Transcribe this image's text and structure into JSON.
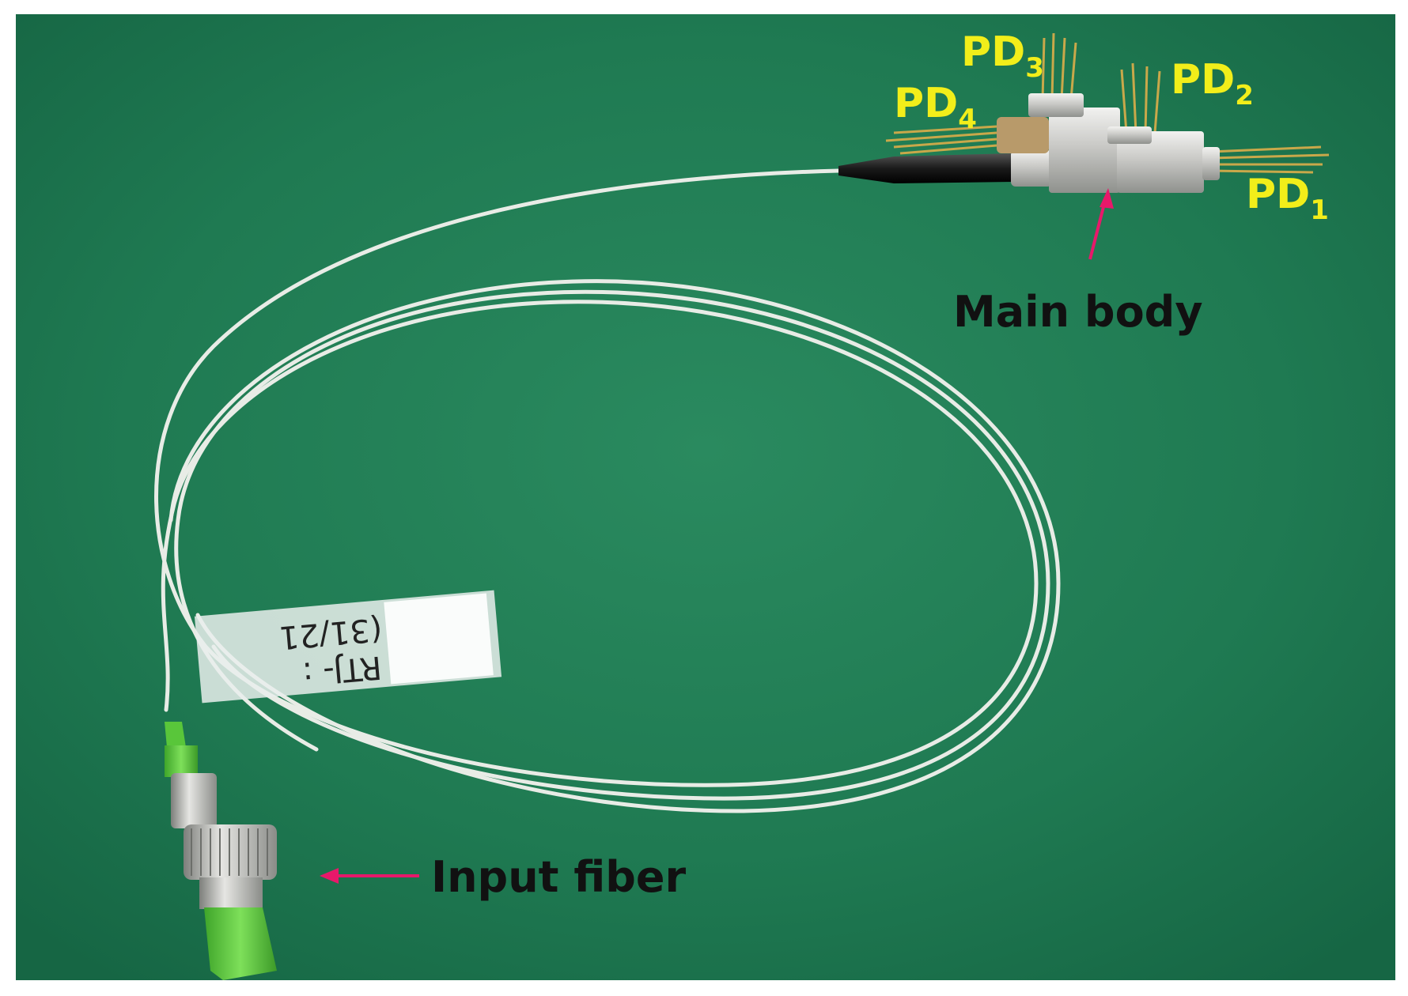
{
  "colors": {
    "background": "#1f7a52",
    "pd_label": "#f2ee1a",
    "callout_text": "#111111",
    "arrow": "#e8186a",
    "fiber": "#e8ece6",
    "connector_green": "#59c63a"
  },
  "labels": {
    "pd1": {
      "main": "PD",
      "sub": "1"
    },
    "pd2": {
      "main": "PD",
      "sub": "2"
    },
    "pd3": {
      "main": "PD",
      "sub": "3"
    },
    "pd4": {
      "main": "PD",
      "sub": "4"
    },
    "main_body": "Main body",
    "input_fiber": "Input fiber"
  },
  "tape_note": {
    "line1": "(31/21",
    "line2": "RTJ- :"
  }
}
